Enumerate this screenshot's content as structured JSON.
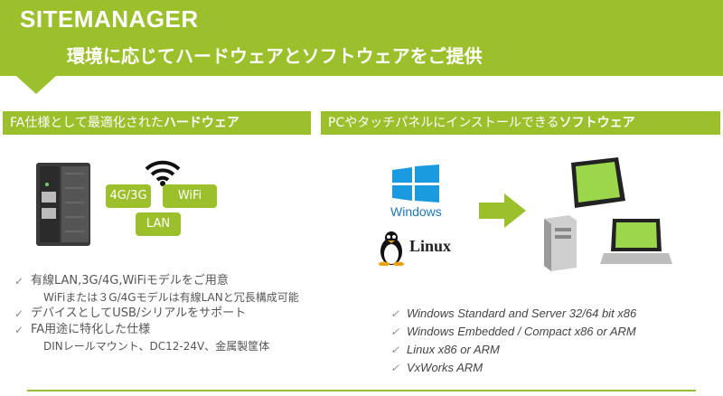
{
  "header": {
    "brand": "SITEMANAGER",
    "subtitle": "環境に応じてハードウェアとソフトウェアをご提供"
  },
  "left": {
    "bar_prefix": "FA仕様として最適化された",
    "bar_bold": "ハードウェア",
    "pills": {
      "cell": "4G/3G",
      "wifi": "WiFi",
      "lan": "LAN"
    },
    "bullets": [
      {
        "main": "有線LAN,3G/4G,WiFiモデルをご用意",
        "sub": "WiFiまたは３G/4Gモデルは有線LANと冗長構成可能"
      },
      {
        "main": "デバイスとしてUSB/シリアルをサポート",
        "sub": ""
      },
      {
        "main": "FA用途に特化した仕様",
        "sub": "DINレールマウント、DC12-24V、金属製筐体"
      }
    ]
  },
  "right": {
    "bar_prefix": "PCやタッチパネルにインストールできる",
    "bar_bold": "ソフトウェア",
    "windows_label": "Windows",
    "linux_label": "Linux",
    "bullets": [
      "Windows Standard and Server 32/64 bit x86",
      "Windows Embedded / Compact x86 or ARM",
      "Linux x86 or ARM",
      "VxWorks ARM"
    ]
  },
  "colors": {
    "accent": "#9cbf2c"
  }
}
